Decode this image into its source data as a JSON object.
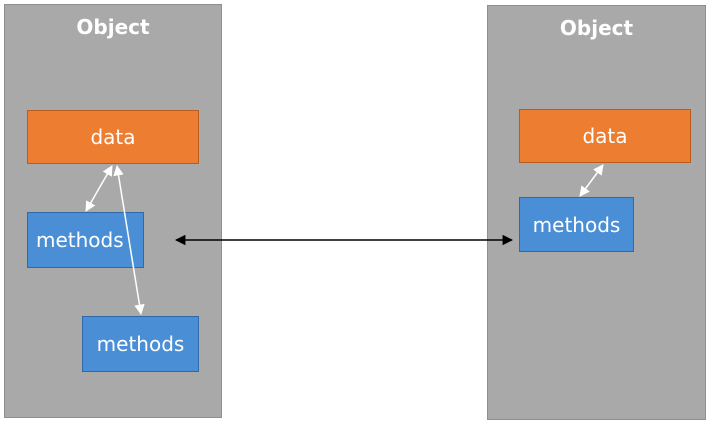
{
  "objects": [
    {
      "title": "Object",
      "data_label": "data",
      "methods": [
        "methods",
        "methods"
      ]
    },
    {
      "title": "Object",
      "data_label": "data",
      "methods": [
        "methods"
      ]
    }
  ],
  "colors": {
    "object_panel": "#a9a9a9",
    "data_box": "#ed7d31",
    "methods_box": "#4a8fd6",
    "inner_arrow": "#ffffff",
    "connector_arrow": "#000000"
  }
}
